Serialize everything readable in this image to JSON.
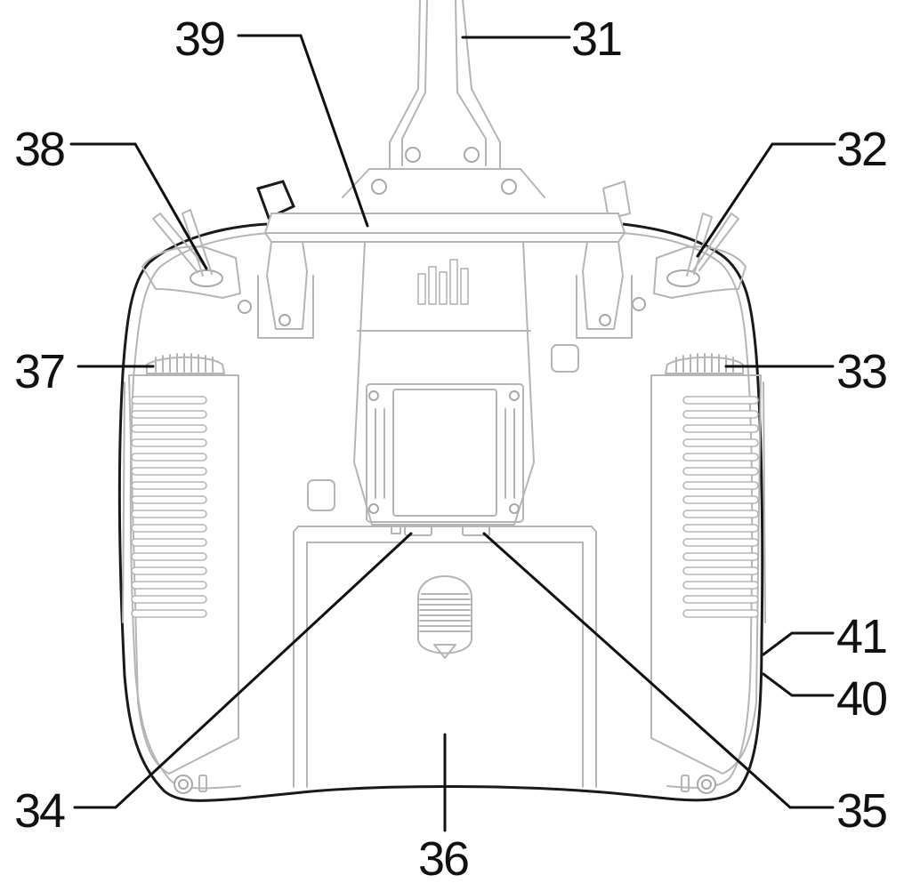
{
  "callouts": {
    "c31": "31",
    "c32": "32",
    "c33": "33",
    "c34": "34",
    "c35": "35",
    "c36": "36",
    "c37": "37",
    "c38": "38",
    "c39": "39",
    "c40": "40",
    "c41": "41"
  },
  "colors": {
    "line_art": "#b5b5b5",
    "outline": "#1a1a1a",
    "callout_text": "#111111"
  }
}
